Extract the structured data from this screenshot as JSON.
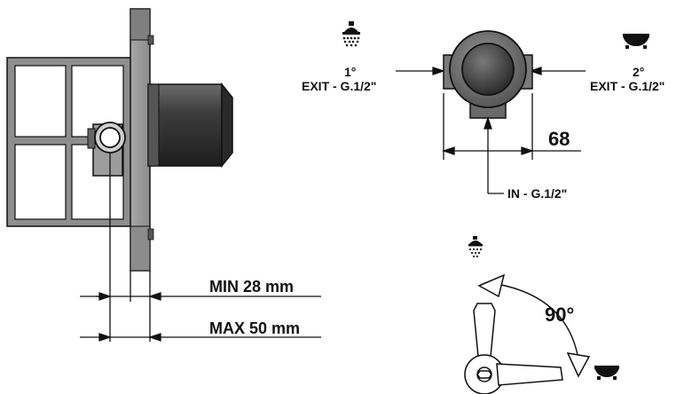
{
  "exits": {
    "first": {
      "number": "1°",
      "label": "EXIT - G.1/2\"",
      "icon": "shower-head-icon"
    },
    "second": {
      "number": "2°",
      "label": "EXIT - G.1/2\"",
      "icon": "bathtub-icon"
    }
  },
  "inlet": {
    "label": "IN - G.1/2\""
  },
  "width_dimension": {
    "label": "68"
  },
  "depth_min": {
    "label": "MIN 28 mm"
  },
  "depth_max": {
    "label": "MAX 50 mm"
  },
  "rotation": {
    "label": "90°",
    "icon_top": "shower-head-icon",
    "icon_bottom": "bathtub-icon"
  },
  "colors": {
    "metal_dark": "#4a4a4a",
    "metal_mid": "#7d7d7d",
    "metal_light": "#b5b5b5",
    "line": "#111111"
  }
}
